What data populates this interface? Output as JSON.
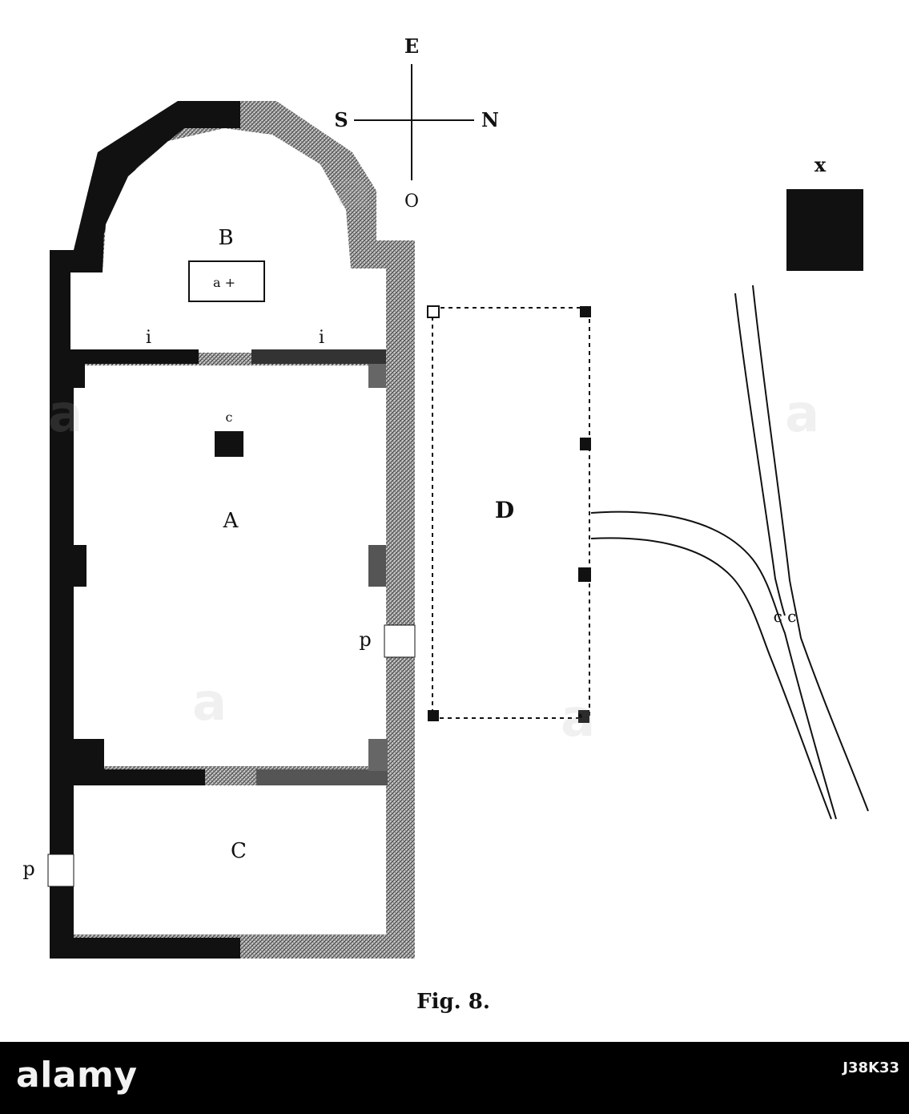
{
  "diagram": {
    "compass": {
      "east": "E",
      "south": "S",
      "north": "N",
      "west": "O"
    },
    "rooms": {
      "apse": "B",
      "nave": "A",
      "narthex": "C",
      "portico": "D"
    },
    "altar_label": "a +",
    "column_label": "c",
    "iconostasis_left": "i",
    "iconostasis_right": "i",
    "door_right": "p",
    "door_left": "p",
    "isolated_block": "x",
    "channel_junction": "c c",
    "caption": "Fig. 8.",
    "colors": {
      "wall": "#111111",
      "wall_pale": "#8a8a8a",
      "background": "#ffffff"
    }
  },
  "footer": {
    "wordmark": "alamy",
    "image_id": "J38K33"
  },
  "watermarks": [
    "a",
    "a",
    "a",
    "a",
    "a"
  ]
}
